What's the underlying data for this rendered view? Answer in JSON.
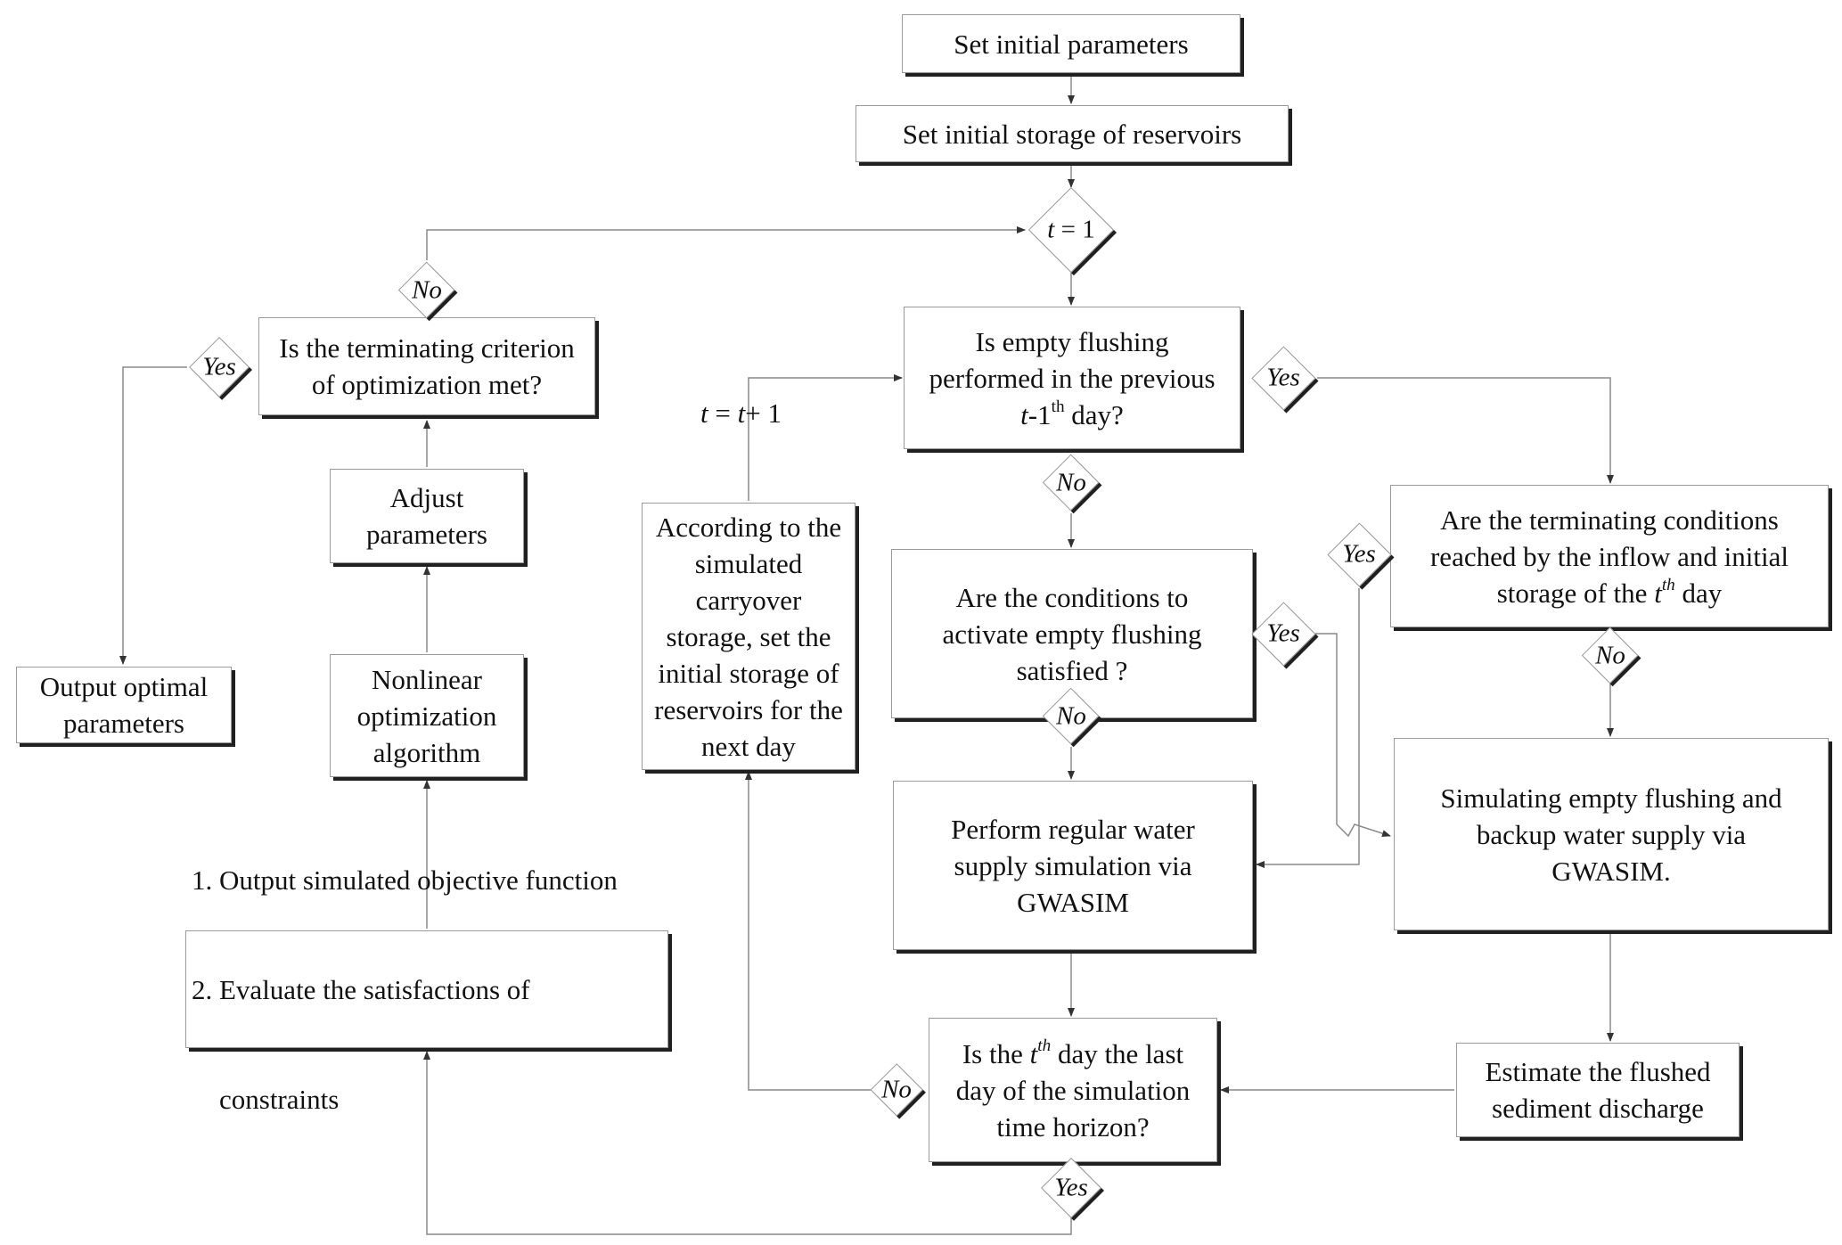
{
  "boxes": {
    "set_params": "Set initial parameters",
    "set_storage": "Set initial storage of reservoirs",
    "flush_prev": [
      "Is empty flushing",
      "performed in the previous",
      "t-1th day?"
    ],
    "term_criterion": [
      "Is the terminating criterion",
      "of optimization met?"
    ],
    "adjust": [
      "Adjust",
      "parameters"
    ],
    "output_optimal": [
      "Output optimal",
      "parameters"
    ],
    "nonlinear": [
      "Nonlinear",
      "optimization",
      "algorithm"
    ],
    "according": [
      "According to the",
      "simulated",
      "carryover",
      "storage, set the",
      "initial storage of",
      "reservoirs for the",
      "next day"
    ],
    "activate_cond": [
      "Are the conditions to",
      "activate empty flushing",
      "satisfied ?"
    ],
    "term_conditions": [
      "Are the terminating conditions",
      "reached by the inflow and initial",
      "storage of the tth day"
    ],
    "regular_supply": [
      "Perform regular water",
      "supply simulation via",
      "GWASIM"
    ],
    "simulating_flush": [
      "Simulating empty flushing and",
      "backup water supply via",
      "GWASIM."
    ],
    "output_sim": [
      "1. Output simulated objective function",
      "2. Evaluate the satisfactions of",
      "    constraints"
    ],
    "last_day": [
      "Is the tth day the last",
      "day of the simulation",
      "time horizon?"
    ],
    "estimate": [
      "Estimate the flushed",
      "sediment discharge"
    ]
  },
  "decisions": {
    "t_equals_1": "t = 1",
    "no_top": "No",
    "yes_left": "Yes",
    "yes_prev": "Yes",
    "no_prev": "No",
    "yes_activate": "Yes",
    "no_activate": "No",
    "yes_term": "Yes",
    "no_term": "No",
    "no_last": "No",
    "yes_last": "Yes"
  },
  "labels": {
    "t_increment": "t = t+ 1"
  },
  "colors": {
    "line": "#8a8a8a",
    "box_border": "#9a9a9a",
    "shadow": "#202020",
    "text": "#111111"
  }
}
